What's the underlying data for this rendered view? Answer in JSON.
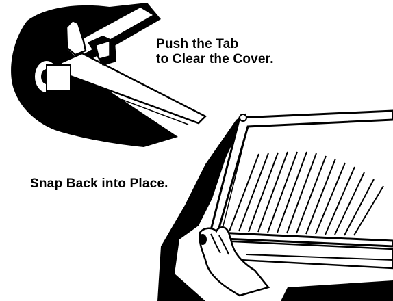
{
  "captions": {
    "push_line1": "Push the Tab",
    "push_line2": "to Clear the Cover.",
    "snap": "Snap Back into Place."
  },
  "colors": {
    "ink": "#000000",
    "paper": "#ffffff"
  },
  "icons": [
    "tab-latch-icon",
    "hand-icon"
  ]
}
